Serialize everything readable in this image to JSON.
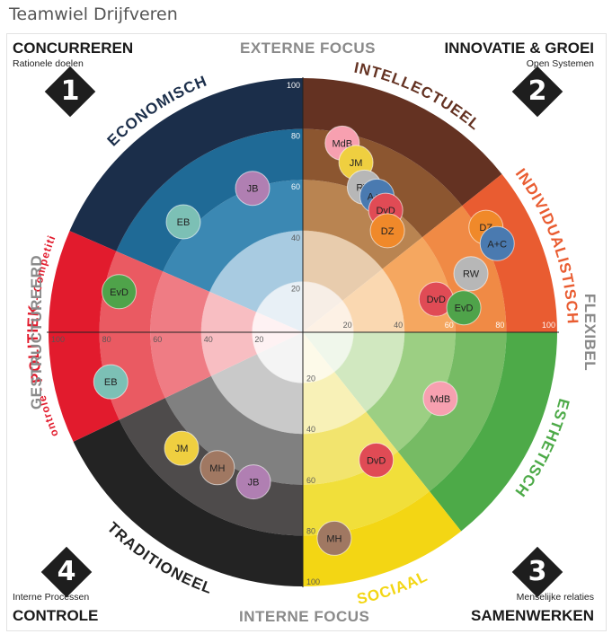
{
  "page_title": "Teamwiel Drijfveren",
  "corners": {
    "top_left": {
      "number": "1",
      "title": "CONCURREREN",
      "subtitle": "Rationele doelen"
    },
    "top_right": {
      "number": "2",
      "title": "INNOVATIE & GROEI",
      "subtitle": "Open Systemen"
    },
    "bottom_right": {
      "number": "3",
      "title": "SAMENWERKEN",
      "subtitle": "Menselijke relaties"
    },
    "bottom_left": {
      "number": "4",
      "title": "CONTROLE",
      "subtitle": "Interne Processen"
    }
  },
  "axes": {
    "top": "EXTERNE FOCUS",
    "bottom": "INTERNE FOCUS",
    "left": "GESTRUCTUREERD",
    "right": "FLEXIBEL"
  },
  "chart_data": {
    "type": "radial-scatter",
    "scale_ticks": [
      "20",
      "40",
      "60",
      "80",
      "100"
    ],
    "segments": [
      {
        "label": "ECONOMISCH",
        "colors": [
          "#cfe0ec",
          "#87b8d6",
          "#3b88b3",
          "#1f6a96",
          "#1b2e4a"
        ]
      },
      {
        "label": "INTELLECTUEEL",
        "colors": [
          "#efdccb",
          "#dfb98e",
          "#b98451",
          "#8c5630",
          "#643222"
        ]
      },
      {
        "label": "INDIVIDUALISTISCH",
        "colors": [
          "#fbe2c9",
          "#f9c994",
          "#f5a760",
          "#f08a45",
          "#e95c31"
        ]
      },
      {
        "label": "ESTHETISCH",
        "colors": [
          "#e1efd6",
          "#bfdfa8",
          "#9ccf83",
          "#76bb64",
          "#4daa48"
        ]
      },
      {
        "label": "SOCIAAL",
        "colors": [
          "#fbf5d1",
          "#f6ec9b",
          "#f2e46e",
          "#f1df3a",
          "#f3d614"
        ]
      },
      {
        "label": "TRADITIONEEL",
        "colors": [
          "#e8e8e8",
          "#b5b5b5",
          "#808080",
          "#4e4b4b",
          "#232323"
        ]
      },
      {
        "label": "POLITIEK",
        "prefix": "Controle - ",
        "suffix": " - Competitie",
        "colors": [
          "#fde5e6",
          "#f6a6ab",
          "#ef7c84",
          "#ea5a62",
          "#e21b2d"
        ]
      }
    ],
    "people": [
      {
        "initials": "EB",
        "segment": "ECONOMISCH",
        "value": 64,
        "color": "#7cc0b5"
      },
      {
        "initials": "JB",
        "segment": "ECONOMISCH",
        "value": 60,
        "color": "#b07fb2"
      },
      {
        "initials": "MdB",
        "segment": "INTELLECTUEEL",
        "value": 76,
        "color": "#f7a0b0"
      },
      {
        "initials": "JM",
        "segment": "INTELLECTUEEL",
        "value": 70,
        "color": "#efcf40"
      },
      {
        "initials": "RW",
        "segment": "INTELLECTUEEL",
        "value": 62,
        "color": "#b7b7b7"
      },
      {
        "initials": "A+C",
        "segment": "INTELLECTUEEL",
        "value": 61,
        "color": "#4a7ab0"
      },
      {
        "initials": "DvD",
        "segment": "INTELLECTUEEL",
        "value": 58,
        "color": "#e04b55"
      },
      {
        "initials": "DZ",
        "segment": "INTELLECTUEEL",
        "value": 52,
        "color": "#f0892a"
      },
      {
        "initials": "DZ",
        "segment": "INDIVIDUALISTISCH",
        "value": 83,
        "color": "#f0892a"
      },
      {
        "initials": "A+C",
        "segment": "INDIVIDUALISTISCH",
        "value": 84,
        "color": "#4a7ab0"
      },
      {
        "initials": "RW",
        "segment": "INDIVIDUALISTISCH",
        "value": 70,
        "color": "#b7b7b7"
      },
      {
        "initials": "DvD",
        "segment": "INDIVIDUALISTISCH",
        "value": 54,
        "color": "#e04b55"
      },
      {
        "initials": "EvD",
        "segment": "INDIVIDUALISTISCH",
        "value": 64,
        "color": "#4fa34a"
      },
      {
        "initials": "MdB",
        "segment": "ESTHETISCH",
        "value": 60,
        "color": "#f7a0b0"
      },
      {
        "initials": "DvD",
        "segment": "SOCIAAL",
        "value": 58,
        "color": "#e04b55"
      },
      {
        "initials": "MH",
        "segment": "SOCIAAL",
        "value": 82,
        "color": "#a07862"
      },
      {
        "initials": "JB",
        "segment": "TRADITIONEEL",
        "value": 62,
        "color": "#b07fb2"
      },
      {
        "initials": "MH",
        "segment": "TRADITIONEEL",
        "value": 63,
        "color": "#a07862"
      },
      {
        "initials": "JM",
        "segment": "TRADITIONEEL",
        "value": 66,
        "color": "#efcf40"
      },
      {
        "initials": "EB",
        "segment": "POLITIEK",
        "value": 78,
        "color": "#7cc0b5"
      },
      {
        "initials": "EvD",
        "segment": "POLITIEK",
        "value": 74,
        "color": "#4fa34a"
      }
    ]
  }
}
